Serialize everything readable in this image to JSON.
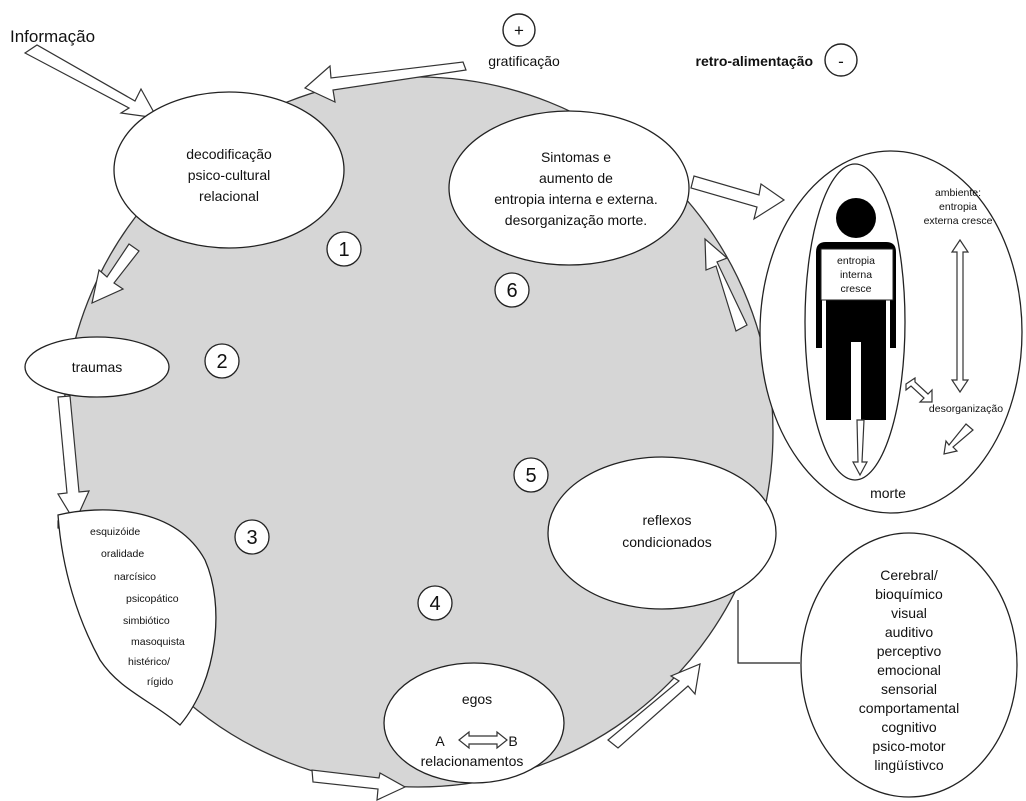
{
  "top_left_label": "Informação",
  "gratification": {
    "sign": "+",
    "label": "gratificação"
  },
  "feedback": {
    "label": "retro-alimentação",
    "sign": "-"
  },
  "stage1": {
    "number": "1",
    "lines": [
      "decodificação",
      "psico-cultural",
      "relacional"
    ]
  },
  "stage2": {
    "number": "2",
    "label": "traumas"
  },
  "stage3": {
    "number": "3",
    "items": [
      "esquizóide",
      "oralidade",
      "narcísico",
      "psicopático",
      "simbiótico",
      "masoquista",
      "histérico/",
      "rígido"
    ]
  },
  "stage4": {
    "number": "4",
    "title": "egos",
    "left": "A",
    "right": "B",
    "subtitle": "relacionamentos"
  },
  "stage5": {
    "number": "5",
    "lines": [
      "reflexos",
      "condicionados"
    ]
  },
  "stage6": {
    "number": "6",
    "lines": [
      "Sintomas e",
      "aumento de",
      "entropia interna e externa.",
      "desorganização morte."
    ]
  },
  "reflex_list": [
    "Cerebral/",
    "bioquímico",
    "visual",
    "auditivo",
    "perceptivo",
    "emocional",
    "sensorial",
    "comportamental",
    "cognitivo",
    "psico-motor",
    "lingüístivco"
  ],
  "person_panel": {
    "environment_lines": [
      "ambiente:",
      "entropia",
      "externa cresce"
    ],
    "body_lines": [
      "entropia",
      "interna",
      "cresce"
    ],
    "disorganization": "desorganização",
    "death": "morte"
  }
}
